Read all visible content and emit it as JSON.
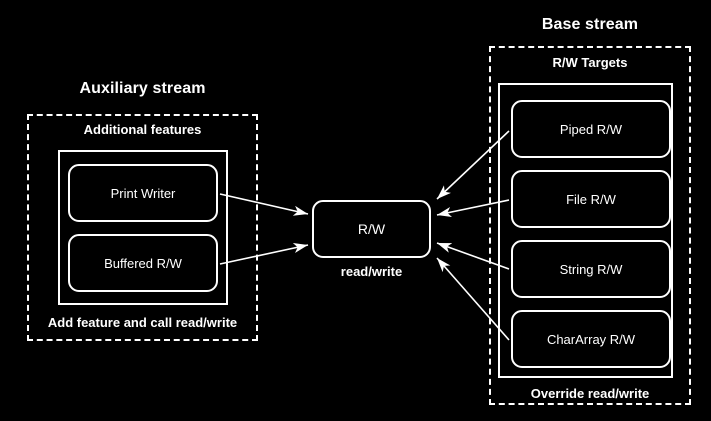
{
  "diagram": {
    "background_color": "#000000",
    "stroke_color": "#ffffff",
    "groups": {
      "auxiliary": {
        "title": "Auxiliary stream",
        "header": "Additional features",
        "footer": "Add feature and call read/write",
        "nodes": [
          {
            "label": "Print Writer"
          },
          {
            "label": "Buffered R/W"
          }
        ]
      },
      "base": {
        "title": "Base stream",
        "header": "R/W Targets",
        "footer": "Override read/write",
        "nodes": [
          {
            "label": "Piped R/W"
          },
          {
            "label": "File R/W"
          },
          {
            "label": "String R/W"
          },
          {
            "label": "CharArray R/W"
          }
        ]
      }
    },
    "center": {
      "label": "R/W",
      "caption": "read/write"
    }
  }
}
